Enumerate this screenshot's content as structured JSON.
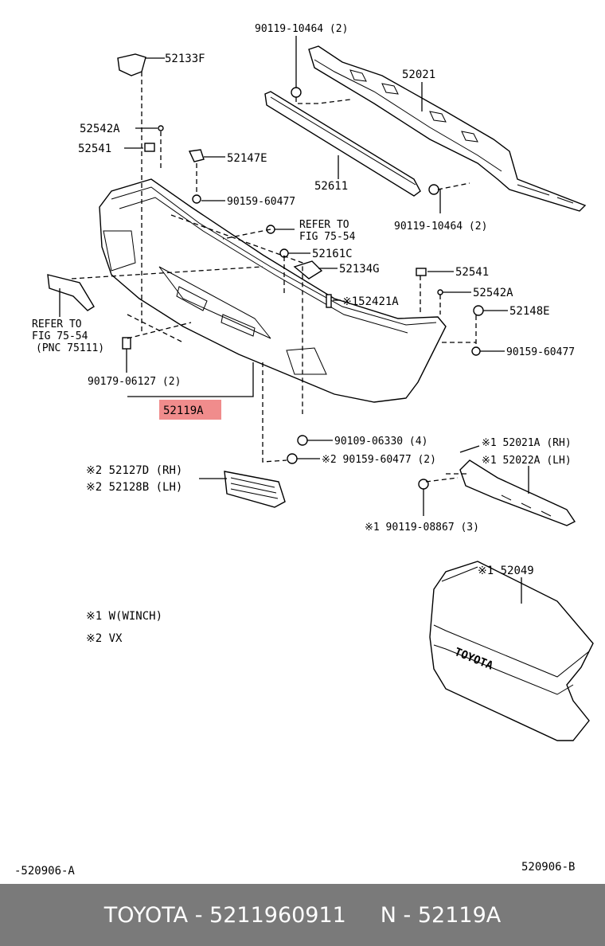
{
  "labels": {
    "p52133F": "52133F",
    "p90119_10464_top": "90119-10464 (2)",
    "p52021": "52021",
    "p52542A_l": "52542A",
    "p52541_l": "52541",
    "p52147E": "52147E",
    "p52611": "52611",
    "p90159_60477_a": "90159-60477",
    "p90119_10464_b": "90119-10464 (2)",
    "refer_r1": "REFER TO",
    "refer_r2": "FIG 75-54",
    "p52161C": "52161C",
    "p52134G": "52134G",
    "p52541_r": "52541",
    "p52542A_r": "52542A",
    "p152421A": "※152421A",
    "p52148E": "52148E",
    "refer_l1": "REFER TO",
    "refer_l2": "FIG 75-54",
    "refer_l3": "(PNC 75111)",
    "p90159_60477_b": "90159-60477",
    "p90179_06127": "90179-06127 (2)",
    "p52119A": "52119A",
    "p90109_06330": "90109-06330 (4)",
    "p52021A": "※1 52021A (RH)",
    "p90159_60477_c": "※2 90159-60477 (2)",
    "p52022A": "※1 52022A (LH)",
    "p52127D": "※2 52127D (RH)",
    "p52128B": "※2 52128B (LH)",
    "p90119_08867": "※1 90119-08867 (3)",
    "p52049": "※1 52049",
    "note1": "※1  W(WINCH)",
    "note2": "※2  VX",
    "emblem": "TOYOTA",
    "ref_left": "-520906-A",
    "ref_right": "520906-B"
  },
  "footer": {
    "text": "TOYOTA - 5211960911     N - 52119A"
  },
  "highlight_color": "#f08c8c"
}
